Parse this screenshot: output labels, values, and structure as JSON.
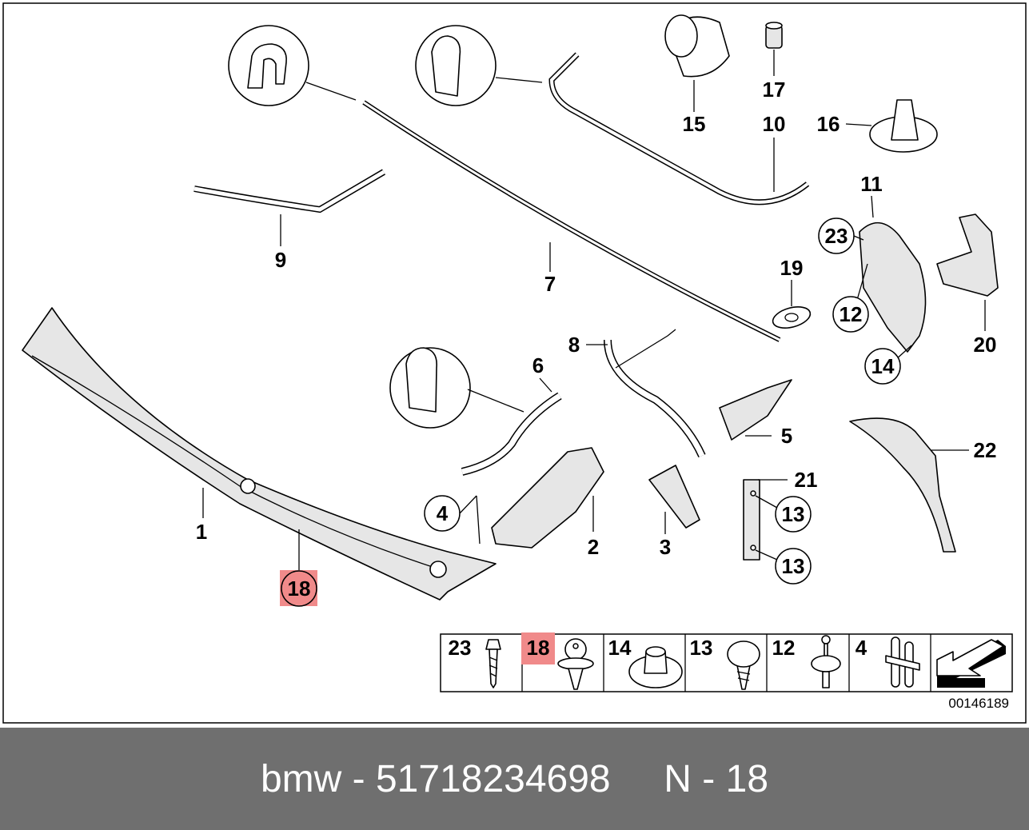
{
  "diagram": {
    "callouts": {
      "c1": "1",
      "c2": "2",
      "c3": "3",
      "c4": "4",
      "c5": "5",
      "c6": "6",
      "c7": "7",
      "c8": "8",
      "c9": "9",
      "c10": "10",
      "c11": "11",
      "c12": "12",
      "c13a": "13",
      "c13b": "13",
      "c14": "14",
      "c15": "15",
      "c16": "16",
      "c17": "17",
      "c18": "18",
      "c19": "19",
      "c20": "20",
      "c21": "21",
      "c22": "22",
      "c23": "23"
    },
    "highlighted_part": "18",
    "highlight_color": "#f08a8a",
    "legend": [
      {
        "number": "23",
        "icon": "hex-screw-icon"
      },
      {
        "number": "18",
        "icon": "expanding-rivet-icon"
      },
      {
        "number": "14",
        "icon": "hex-nut-washer-icon"
      },
      {
        "number": "13",
        "icon": "round-head-screw-icon"
      },
      {
        "number": "12",
        "icon": "pin-clip-icon"
      },
      {
        "number": "4",
        "icon": "double-clip-icon"
      },
      {
        "number": "",
        "icon": "arrow-icon"
      }
    ],
    "diagram_code": "00146189"
  },
  "footer": {
    "text": "bmw - 51718234698     N - 18"
  }
}
